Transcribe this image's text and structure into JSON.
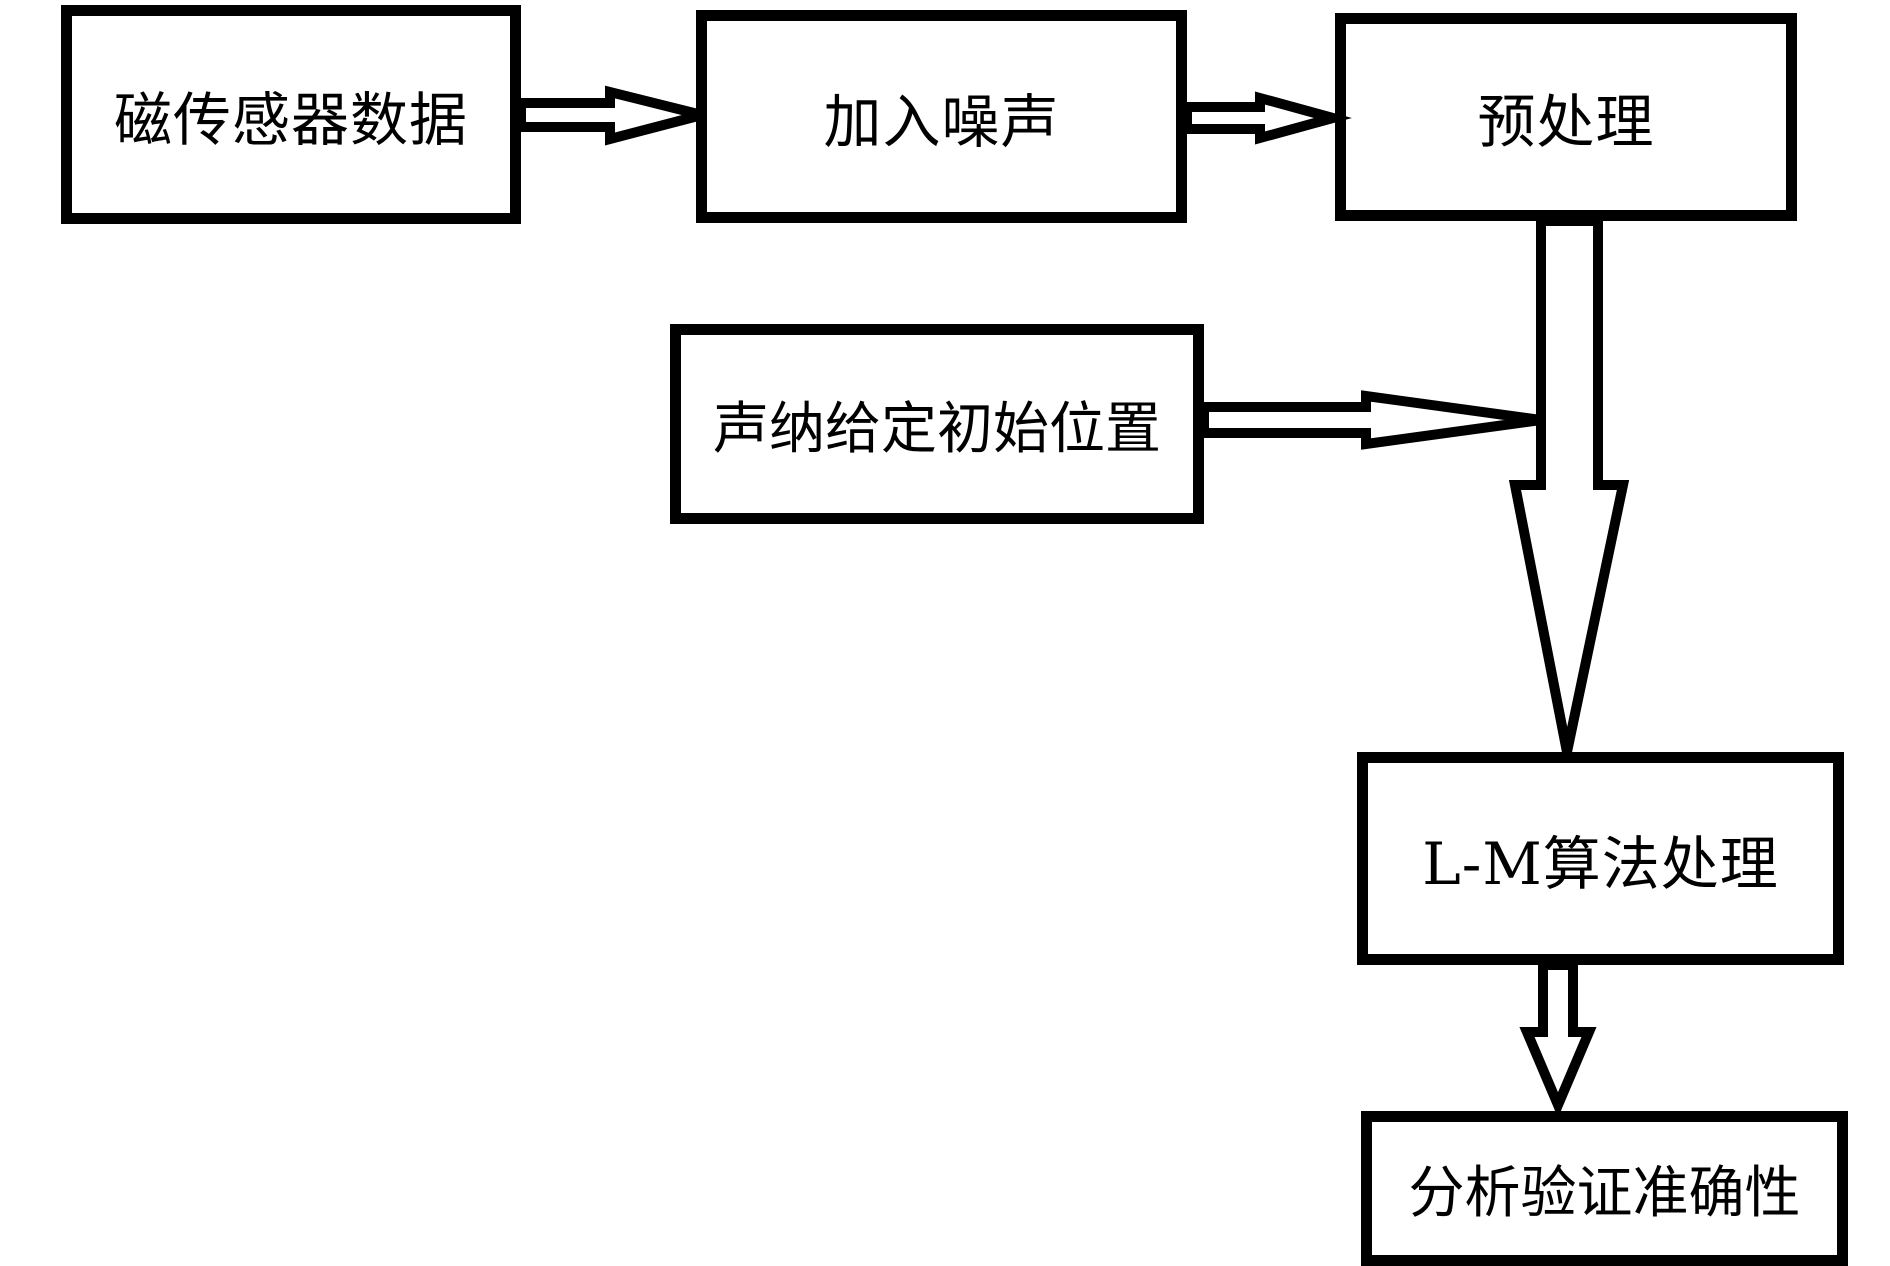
{
  "diagram": {
    "nodes": {
      "magnetic_sensor_data": "磁传感器数据",
      "add_noise": "加入噪声",
      "preprocessing": "预处理",
      "sonar_initial_position": "声纳给定初始位置",
      "lm_algorithm": "L-M算法处理",
      "accuracy_verification": "分析验证准确性"
    },
    "edges": [
      {
        "from": "磁传感器数据",
        "to": "加入噪声"
      },
      {
        "from": "加入噪声",
        "to": "预处理"
      },
      {
        "from": "预处理",
        "to": "L-M算法处理"
      },
      {
        "from": "声纳给定初始位置",
        "to": "L-M算法处理"
      },
      {
        "from": "L-M算法处理",
        "to": "分析验证准确性"
      }
    ],
    "colors": {
      "stroke": "#000000",
      "background": "#ffffff"
    }
  }
}
